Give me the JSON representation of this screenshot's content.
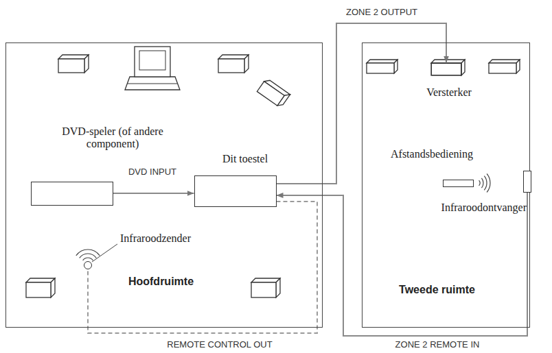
{
  "diagram": {
    "nodes": [
      {
        "text": [
          "Hoofdruimte"
        ]
      },
      {
        "text": [
          "DVD-speler (of andere component)"
        ],
        "in": 0
      },
      {
        "text": [
          "Dit toestel"
        ],
        "in": 0
      },
      {
        "text": [
          "Infraroodzender"
        ],
        "in": 0
      },
      {
        "text": [
          "Tweede ruimte"
        ]
      },
      {
        "text": [
          "Versterker"
        ],
        "in": 4
      },
      {
        "text": [
          "Afstandsbediening"
        ],
        "in": 4
      },
      {
        "text": [
          "Infraroodontvanger"
        ],
        "in": 4
      }
    ],
    "edges": [
      {
        "from": 1,
        "to": 2,
        "arrow": "to",
        "label": "DVD INPUT"
      },
      {
        "from": 2,
        "to": 5,
        "arrow": "to",
        "label": "ZONE 2 OUTPUT"
      },
      {
        "from": 7,
        "to": 2,
        "arrow": "to",
        "label": "ZONE 2 REMOTE IN"
      },
      {
        "from": 2,
        "to": 3,
        "arrow": "none",
        "label": "REMOTE CONTROL OUT"
      }
    ]
  }
}
